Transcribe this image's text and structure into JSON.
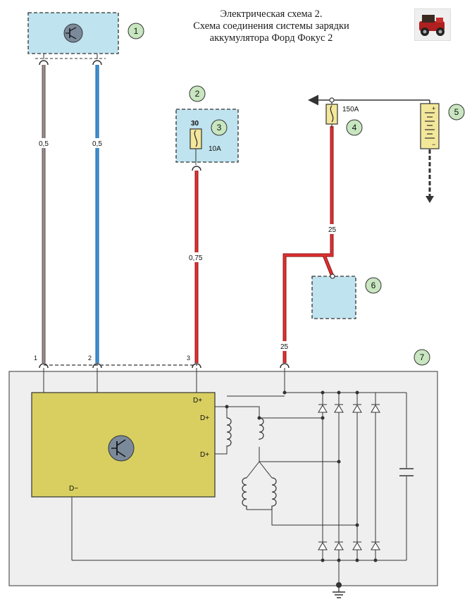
{
  "title": {
    "line1": "Электрическая схема 2.",
    "line2": "Схема соединения системы зарядки",
    "line3": "аккумулятора Форд Фокус 2"
  },
  "callouts": [
    "1",
    "2",
    "3",
    "4",
    "5",
    "6",
    "7"
  ],
  "wire_labels": {
    "w1": "0,5",
    "w2": "0,5",
    "w3": "0,75",
    "w4": "25",
    "w5": "25"
  },
  "pin_numbers": [
    "1",
    "2",
    "3"
  ],
  "fuse_small": {
    "terminal": "30",
    "rating": "10A"
  },
  "fuse_main": {
    "rating": "150A"
  },
  "battery": {
    "plus": "+",
    "minus": "−"
  },
  "regulator_pins": {
    "d_plus_1": "D+",
    "d_plus_2": "D+",
    "d_plus_3": "D+",
    "d_minus": "D−"
  },
  "colors": {
    "component_fill": "#bfe3ef",
    "regulator_fill": "#d8cf60",
    "alternator_fill": "#efefef",
    "wire_gray": "#8a7d7d",
    "wire_blue": "#3d8fcd",
    "wire_red": "#d42a2a",
    "callout_fill": "#c8e6c0",
    "fuse_fill": "#f3e79a"
  },
  "icons": [
    "transistor-icon",
    "fuse-icon",
    "battery-icon",
    "diode-icon",
    "coil-icon",
    "capacitor-icon",
    "ground-icon",
    "car-logo-icon"
  ]
}
